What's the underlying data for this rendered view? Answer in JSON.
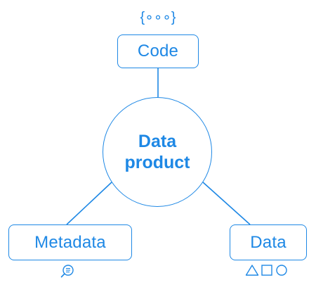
{
  "diagram": {
    "center": {
      "line1": "Data",
      "line2": "product"
    },
    "nodes": {
      "code": {
        "label": "Code",
        "icon": "curly-braces-dots-icon",
        "icon_text": "{∘∘∘}"
      },
      "metadata": {
        "label": "Metadata",
        "icon": "magnifier-document-icon"
      },
      "data": {
        "label": "Data",
        "icon": "triangle-square-circle-icon"
      }
    },
    "colors": {
      "accent": "#1e88e5",
      "background": "#ffffff"
    }
  }
}
